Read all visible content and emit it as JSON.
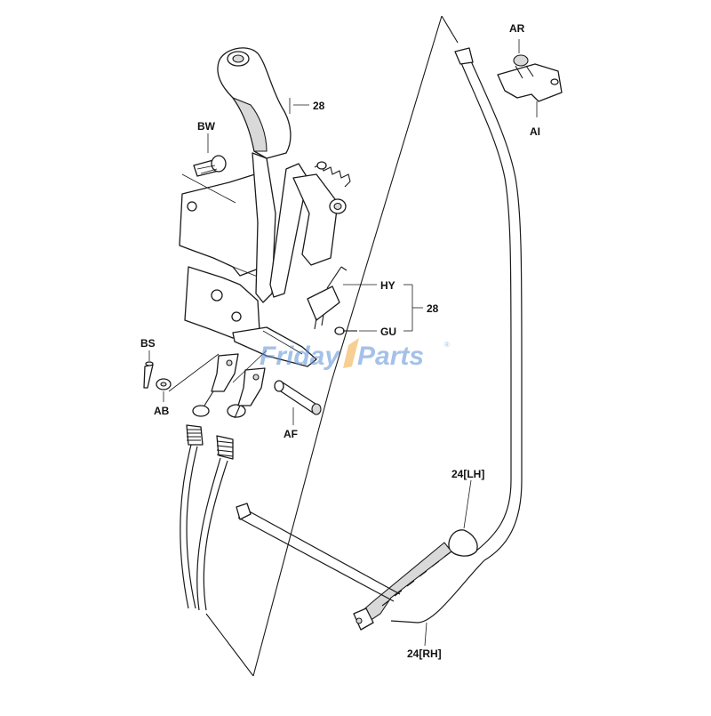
{
  "labels": {
    "ar": "AR",
    "ai": "AI",
    "bw": "BW",
    "ref28_top": "28",
    "hy": "HY",
    "gu": "GU",
    "ref28_group": "28",
    "bs": "BS",
    "ab": "AB",
    "af": "AF",
    "lh": "24[LH]",
    "rh": "24[RH]"
  },
  "watermark": {
    "word1": "Friday",
    "word2": "Parts",
    "mark": "®"
  },
  "colors": {
    "line": "#1a1a1a",
    "shade": "#d9d9d9",
    "watermark": "#5b8fd6",
    "watermark_accent": "#f2a93b"
  }
}
